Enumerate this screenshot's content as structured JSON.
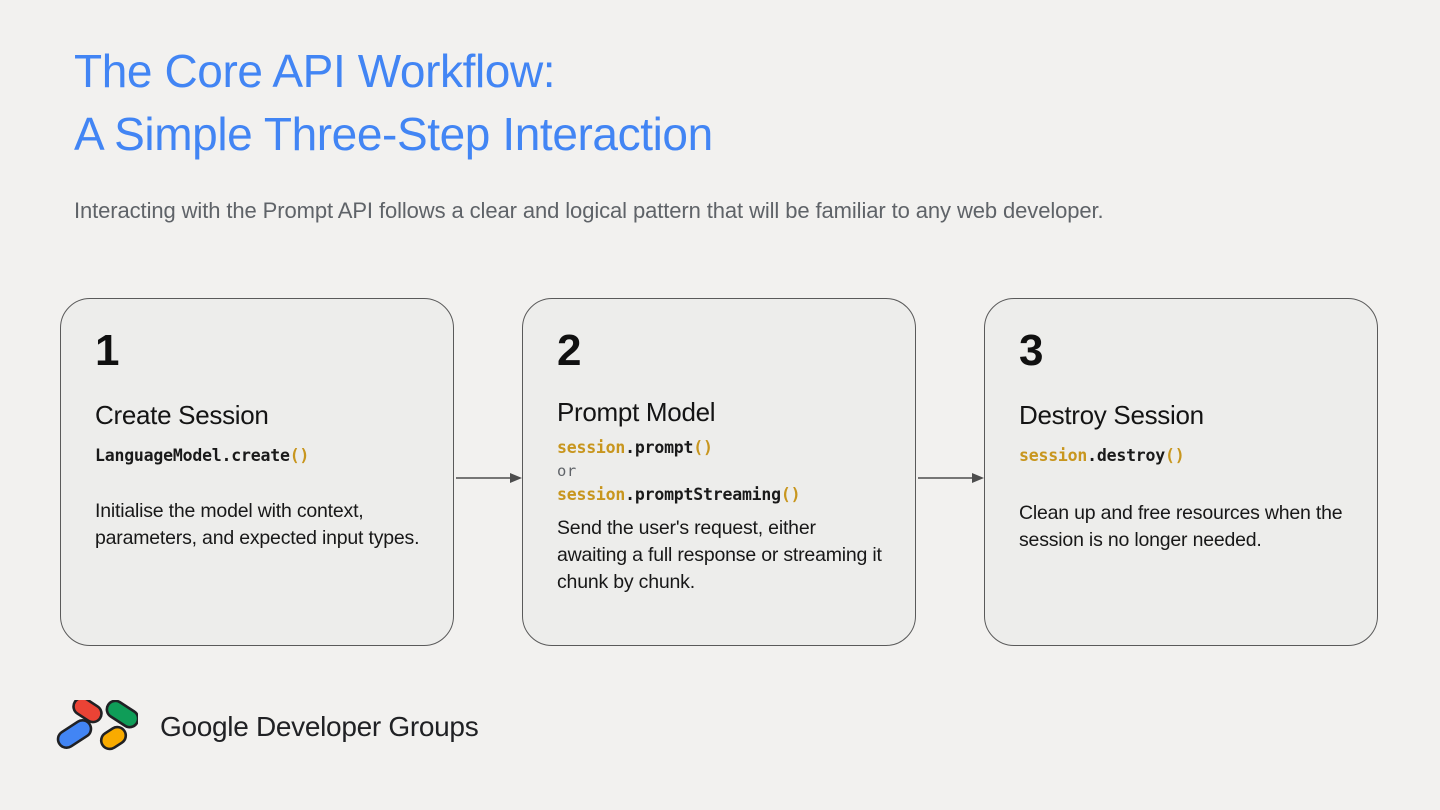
{
  "slide": {
    "title": "The Core API Workflow:\nA Simple Three-Step Interaction",
    "title_color": "#4285f4",
    "subtitle": "Interacting with the Prompt API follows a clear and logical pattern that will be familiar to any web developer.",
    "background_color": "#f2f1ef"
  },
  "cards": [
    {
      "number": "1",
      "heading": "Create Session",
      "code": {
        "object": "",
        "name": "LanguageModel.create",
        "paren": "()",
        "alt_separator": "",
        "alt_object": "",
        "alt_name": "",
        "alt_paren": ""
      },
      "body": "Initialise the model with context, parameters, and expected input types."
    },
    {
      "number": "2",
      "heading": "Prompt Model",
      "code": {
        "object": "session",
        "name": ".prompt",
        "paren": "()",
        "alt_separator": "or",
        "alt_object": "session",
        "alt_name": ".promptStreaming",
        "alt_paren": "()"
      },
      "body": "Send the user's request, either awaiting a full response or streaming it chunk by chunk."
    },
    {
      "number": "3",
      "heading": "Destroy Session",
      "code": {
        "object": "session",
        "name": ".destroy",
        "paren": "()",
        "alt_separator": "",
        "alt_object": "",
        "alt_name": "",
        "alt_paren": ""
      },
      "body": "Clean up and free resources when the session is no longer needed."
    }
  ],
  "connectors": [
    {
      "name": "arrow-card1-to-card2"
    },
    {
      "name": "arrow-card2-to-card3"
    }
  ],
  "footer": {
    "wordmark": "Google Developer Groups",
    "logo_colors": {
      "red": "#ea4335",
      "blue": "#4285f4",
      "green": "#0f9d58",
      "yellow": "#f9ab00",
      "outline": "#202124"
    }
  },
  "code_colors": {
    "object": "#c8961e",
    "name": "#1a1a1a",
    "paren": "#c8961e",
    "separator": "#5f6368"
  }
}
